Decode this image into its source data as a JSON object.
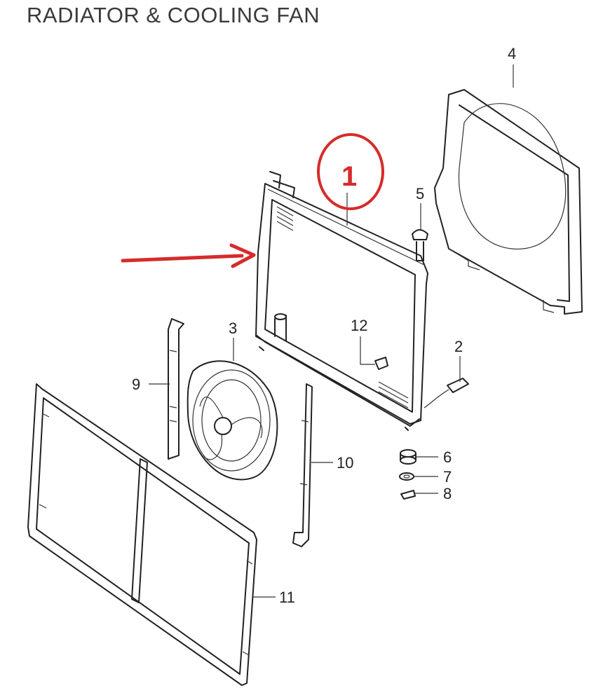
{
  "header": {
    "title": "RADIATOR & COOLING FAN"
  },
  "callouts": [
    {
      "id": "1",
      "label": "1"
    },
    {
      "id": "2",
      "label": "2"
    },
    {
      "id": "3",
      "label": "3"
    },
    {
      "id": "4",
      "label": "4"
    },
    {
      "id": "5",
      "label": "5"
    },
    {
      "id": "6",
      "label": "6"
    },
    {
      "id": "7",
      "label": "7"
    },
    {
      "id": "8",
      "label": "8"
    },
    {
      "id": "9",
      "label": "9"
    },
    {
      "id": "10",
      "label": "10"
    },
    {
      "id": "11",
      "label": "11"
    },
    {
      "id": "12",
      "label": "12"
    }
  ],
  "highlight": {
    "label": "1",
    "color": "#d62b2b"
  },
  "colors": {
    "line": "#222222",
    "accent": "#d62b2b"
  }
}
